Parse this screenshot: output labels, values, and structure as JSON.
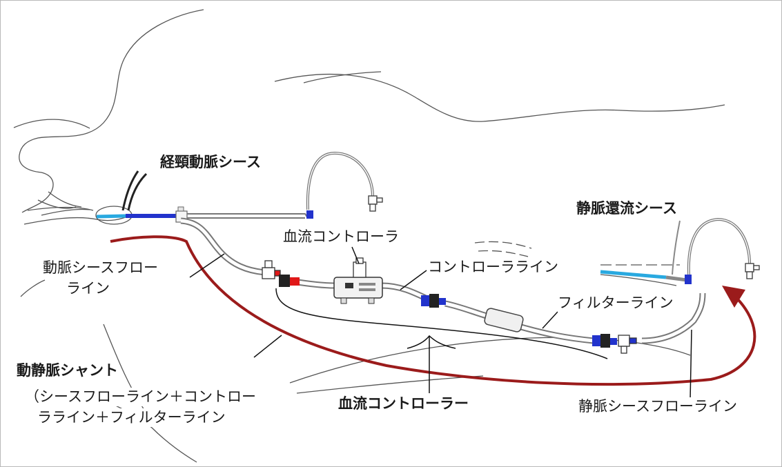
{
  "labels": {
    "carotid_sheath": "経頸動脈シース",
    "venous_return_sheath": "静脈還流シース",
    "flow_controller": "血流コントローラ",
    "arterial_sheath_flow_line_1": "動脈シースフロー",
    "arterial_sheath_flow_line_2": "ライン",
    "controller_line": "コントローラライン",
    "filter_line": "フィルターライン",
    "av_shunt": "動静脈シャント",
    "av_shunt_detail_1": "（シースフローライン＋コントロー",
    "av_shunt_detail_2": "ラライン＋フィルターライン",
    "flow_controller_group": "血流コントローラー",
    "venous_sheath_flow_line": "静脈シースフローライン"
  },
  "colors": {
    "outline": "#555555",
    "tubing": "#777777",
    "arrow": "#9b1b1b",
    "connector_blue": "#2233cc",
    "connector_red": "#e01818",
    "sheath_cyan": "#29a9e0"
  }
}
